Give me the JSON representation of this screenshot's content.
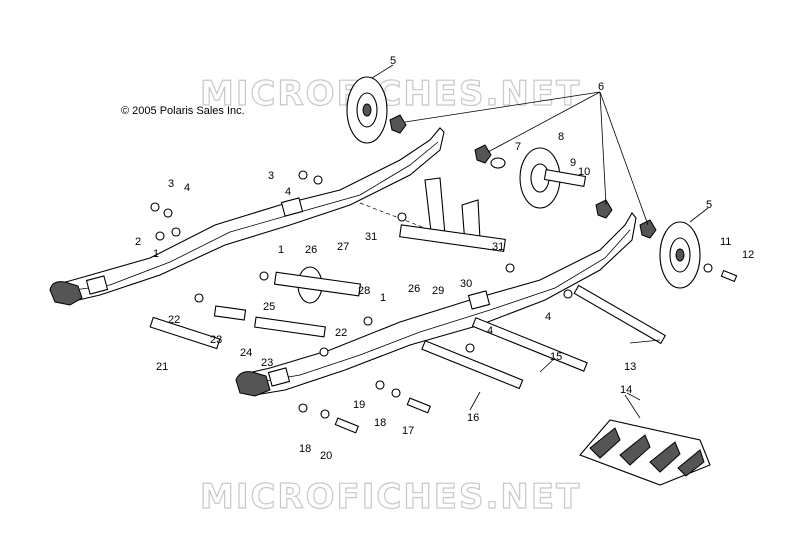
{
  "copyright": "© 2005 Polaris Sales Inc.",
  "watermark": "MICROFICHES.NET",
  "callouts": [
    "1",
    "1",
    "1",
    "2",
    "3",
    "3",
    "4",
    "4",
    "4",
    "4",
    "5",
    "5",
    "6",
    "7",
    "8",
    "9",
    "10",
    "11",
    "12",
    "13",
    "14",
    "15",
    "16",
    "17",
    "18",
    "18",
    "19",
    "20",
    "21",
    "22",
    "22",
    "23",
    "23",
    "24",
    "25",
    "26",
    "26",
    "27",
    "28",
    "29",
    "30",
    "31",
    "31"
  ]
}
